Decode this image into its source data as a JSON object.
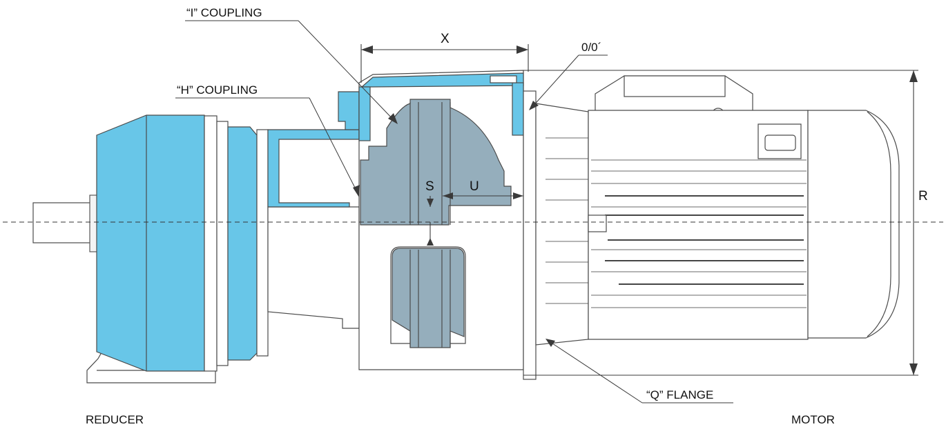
{
  "labels": {
    "i_coupling": "“I” COUPLING",
    "h_coupling": "“H” COUPLING",
    "q_flange": "“Q” FLANGE",
    "dim_x": "X",
    "dim_r": "R",
    "dim_s": "S",
    "dim_u": "U",
    "dim_o": "0/0´",
    "reducer": "REDUCER",
    "motor": "MOTOR"
  },
  "colors": {
    "reducer_blue": "#68c6e8",
    "coupling_grey": "#95aebc",
    "outline": "#4a4a4a"
  }
}
